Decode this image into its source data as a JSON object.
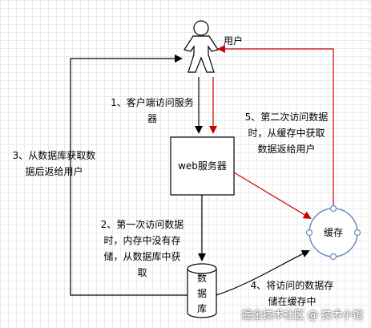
{
  "user_label": "用户",
  "server_label": "web服务器",
  "cache_label": "缓存",
  "database_label": "数\n据\n库",
  "edges": {
    "step1": "1、客户端访问服务\n器",
    "step2": "2、第一次访问数据\n时，内存中没有存\n储，从数据库中获\n取",
    "step3": "3、从数据库获取数\n据后返给用户",
    "step4": "4、将访问的数据存\n储在缓存中",
    "step5": "5、第二次访问数据\n时，从缓存中获取\n数据返给用户"
  },
  "watermark": "掘金技术社区 @ 技术小馆",
  "colors": {
    "black_edge": "#000000",
    "red_edge": "#cc0000",
    "cache_border": "#6c8ebf",
    "node_fill": "#ffffff",
    "node_border": "#000000"
  },
  "icons": [
    "user-icon",
    "database-icon"
  ]
}
